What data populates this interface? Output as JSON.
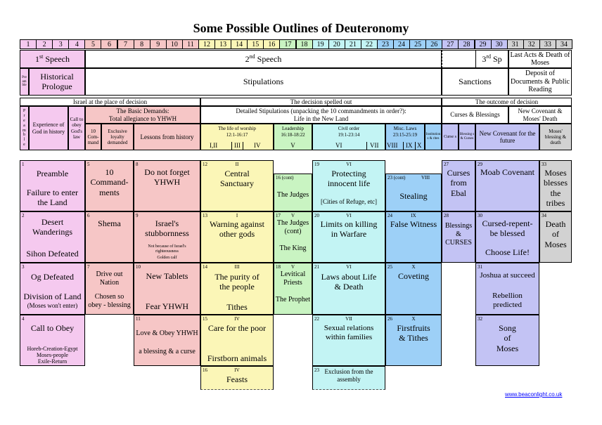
{
  "title": "Some Possible Outlines of Deuteronomy",
  "chapters": [
    "1",
    "2",
    "3",
    "4",
    "5",
    "6",
    "7",
    "8",
    "9",
    "10",
    "11",
    "12",
    "13",
    "14",
    "15",
    "16",
    "17",
    "18",
    "19",
    "20",
    "21",
    "22",
    "23",
    "24",
    "25",
    "26",
    "27",
    "28",
    "29",
    "30",
    "31",
    "32",
    "33",
    "34"
  ],
  "speeches": {
    "s1_pre": "1",
    "s1_sup": "st",
    "s1_post": " Speech",
    "s2_pre": "2",
    "s2_sup": "nd",
    "s2_post": " Speech",
    "s3_pre": "3",
    "s3_sup": "rd",
    "s3_post": " Sp",
    "last": "Last Acts & Death of Moses"
  },
  "treaty": {
    "preamble": "Pre am ble",
    "prologue": "Historical Prologue",
    "stipulations": "Stipulations",
    "sanctions": "Sanctions",
    "deposit": "Deposit of Documents & Public Reading"
  },
  "decision": {
    "place": "Israel at the place of decision",
    "spelled": "The decision spelled out",
    "outcome": "The outcome of decision"
  },
  "details": {
    "preamble_vertical": "P r e a m b l e",
    "experience": "Experience of God in history",
    "call": "Call to obey God's law",
    "basic_line1": "The Basic Demands:",
    "basic_line2": "Total allegiance to YHWH",
    "ten_command": "10 Com- mand",
    "exclusive": "Exclusive loyalty demanded",
    "lessons": "Lessons from history",
    "detailed_line1": "Detailed Stipulations (unpacking the 10 commandments in order?):",
    "detailed_line2": "Life in the New Land",
    "worship_title": "The life of worship",
    "worship_ref": "12:1-16:17",
    "worship_roman": [
      "I,II",
      "III",
      "IV"
    ],
    "leadership_title": "Leadership",
    "leadership_ref": "16:18-18:22",
    "leadership_roman": "V",
    "civil_title": "Civil order",
    "civil_ref": "19:1-23:14",
    "civil_roman": [
      "VI",
      "VII"
    ],
    "misc_title": "Misc. Laws",
    "misc_ref": "23:15-25:19",
    "misc_roman": [
      "VIII",
      "IX",
      "X"
    ],
    "institutions": "Institution s & rites",
    "curses_blessings": "Curses & Blessings",
    "curses_small": "Curse s",
    "blessing_small": "Blessing s & Curses",
    "new_cov_death": "New Covenant & Moses' Death",
    "new_cov_future": "New Covenant for the future",
    "moses_blessing": "Moses' blessing & death"
  },
  "cells": {
    "c1": {
      "n": "1",
      "t1": "Preamble",
      "t2": "Failure to enter the Land"
    },
    "c2": {
      "n": "2",
      "t1": "Desert Wanderings",
      "t2": "Sihon Defeated"
    },
    "c3": {
      "n": "3",
      "t1": "Og Defeated",
      "t2": "Division of Land",
      "t3": "(Moses won't enter)"
    },
    "c4": {
      "n": "4",
      "t1": "Call to Obey",
      "t2": "Horeb-Creation-Egypt",
      "t3": "Moses-people",
      "t4": "Exile-Return"
    },
    "c5": {
      "n": "5",
      "t1": "10 Command- ments"
    },
    "c6": {
      "n": "6",
      "t1": "Shema"
    },
    "c7": {
      "n": "7",
      "t1": "Drive out Nation",
      "t2": "Chosen so obey - blessing"
    },
    "c8": {
      "n": "8",
      "t1": "Do not forget YHWH"
    },
    "c9": {
      "n": "9",
      "t1": "Israel's stubbornness",
      "t2": "Not because of Israel's righteousness",
      "t3": "Golden calf"
    },
    "c10": {
      "n": "10",
      "t1": "New Tablets",
      "t2": "Fear YHWH"
    },
    "c11": {
      "n": "11",
      "t1": "Love & Obey YHWH",
      "t2": "a blessing & a curse"
    },
    "c12": {
      "n": "12",
      "r": "II",
      "t1": "Central Sanctuary"
    },
    "c13": {
      "n": "13",
      "r": "I",
      "t1": "Warning against other gods"
    },
    "c14": {
      "n": "14",
      "r": "III",
      "t1": "The purity of the people",
      "t2": "Tithes"
    },
    "c15": {
      "n": "15",
      "r": "IV",
      "t1": "Care for the poor",
      "t2": "Firstborn animals"
    },
    "c16": {
      "n": "16",
      "r": "IV",
      "t1": "Feasts"
    },
    "c16b": {
      "n": "16 (cont)",
      "t1": "The Judges"
    },
    "c17": {
      "n": "17",
      "r": "V",
      "t1": "The Judges (cont)",
      "t2": "The King"
    },
    "c18": {
      "n": "18",
      "r": "V",
      "t1": "Levitical Priests",
      "t2": "The Prophet"
    },
    "c19": {
      "n": "19",
      "r": "VI",
      "t1": "Protecting innocent life",
      "t2": "[Cities of Refuge, etc]"
    },
    "c20": {
      "n": "20",
      "r": "VI",
      "t1": "Limits on killing in Warfare"
    },
    "c21": {
      "n": "21",
      "r": "VI",
      "t1": "Laws about Life & Death"
    },
    "c22": {
      "n": "22",
      "r": "VII",
      "t1": "Sexual relations within families"
    },
    "c23": {
      "n": "23",
      "t1": "Exclusion from the assembly"
    },
    "c23b": {
      "n": "23 (cont)",
      "r": "VIII",
      "t1": "Stealing"
    },
    "c24": {
      "n": "24",
      "r": "IX",
      "t1": "False Witness"
    },
    "c25": {
      "n": "25",
      "r": "X",
      "t1": "Coveting"
    },
    "c26": {
      "n": "26",
      "r": "X",
      "t1": "Firstfruits & Tithes"
    },
    "c27": {
      "n": "27",
      "t1": "Curses from Ebal"
    },
    "c28": {
      "n": "28",
      "t1": "Blessings & CURSES"
    },
    "c29": {
      "n": "29",
      "t1": "Moab Covenant"
    },
    "c30": {
      "n": "30",
      "t1": "Cursed-repent-be blessed",
      "t2": "Choose Life!"
    },
    "c31": {
      "n": "31",
      "t1": "Joshua at succeed",
      "t2": "Rebellion predicted"
    },
    "c32": {
      "n": "32",
      "t1": "Song of Moses"
    },
    "c33": {
      "n": "33",
      "t1": "Moses blesses the tribes"
    },
    "c34": {
      "n": "34",
      "t1": "Death of Moses"
    }
  },
  "footer_url": "www.beaconlight.co.uk",
  "colors": {
    "pink": "#f5c9ef",
    "salmon": "#f6c6c6",
    "yellow": "#fbf6b7",
    "green": "#c9f4c2",
    "cyan": "#c3f4f4",
    "blue": "#9dd0f7",
    "lavender": "#c3c3f4",
    "grey": "#d2d2d2"
  }
}
